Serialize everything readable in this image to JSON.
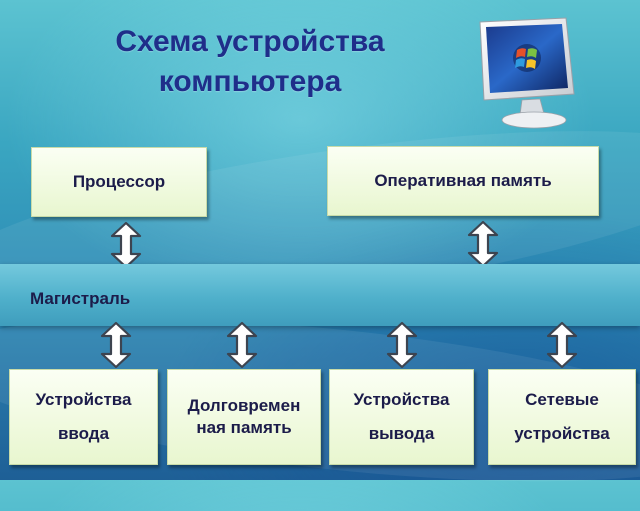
{
  "title_line1": "Схема устройства",
  "title_line2": "компьютера",
  "top": {
    "processor": "Процессор",
    "ram": "Оперативная память"
  },
  "bus": {
    "label": "Магистраль"
  },
  "bottom": {
    "input_line1": "Устройства",
    "input_line2": "ввода",
    "storage_line1": "Долговремен",
    "storage_line2": "ная память",
    "output_line1": "Устройства",
    "output_line2": "вывода",
    "network_line1": "Сетевые",
    "network_line2": "устройства"
  },
  "icons": {
    "monitor": "monitor-icon",
    "arrow": "double-headed-vertical-arrow-icon"
  },
  "colors": {
    "title": "#1f2e8a",
    "box_fill": "#f2fbe3",
    "box_text": "#1c1c4a",
    "bus": "#5ab8d0"
  }
}
